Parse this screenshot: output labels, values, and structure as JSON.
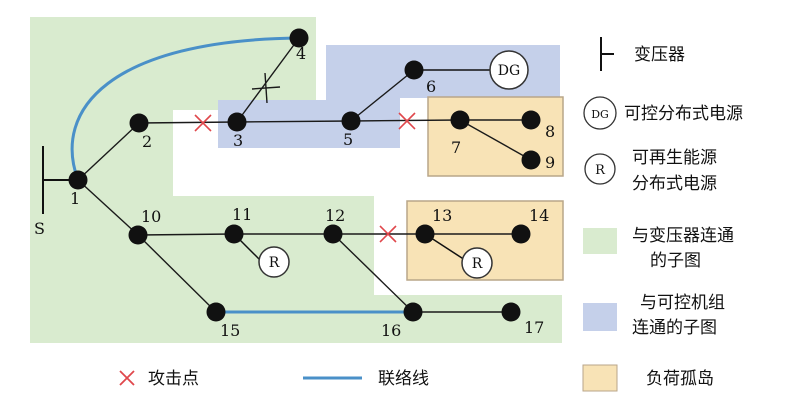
{
  "nodes": [
    {
      "id": "1",
      "label": "1"
    },
    {
      "id": "2",
      "label": "2"
    },
    {
      "id": "3",
      "label": "3"
    },
    {
      "id": "4",
      "label": "4"
    },
    {
      "id": "5",
      "label": "5"
    },
    {
      "id": "6",
      "label": "6"
    },
    {
      "id": "7",
      "label": "7"
    },
    {
      "id": "8",
      "label": "8"
    },
    {
      "id": "9",
      "label": "9"
    },
    {
      "id": "10",
      "label": "10"
    },
    {
      "id": "11",
      "label": "11"
    },
    {
      "id": "12",
      "label": "12"
    },
    {
      "id": "13",
      "label": "13"
    },
    {
      "id": "14",
      "label": "14"
    },
    {
      "id": "15",
      "label": "15"
    },
    {
      "id": "16",
      "label": "16"
    },
    {
      "id": "17",
      "label": "17"
    }
  ],
  "edges": [
    {
      "from": "1",
      "to": "2",
      "type": "line"
    },
    {
      "from": "2",
      "to": "3",
      "type": "line",
      "attacked": true
    },
    {
      "from": "3",
      "to": "4",
      "type": "line",
      "transformer": true
    },
    {
      "from": "3",
      "to": "5",
      "type": "line"
    },
    {
      "from": "5",
      "to": "6",
      "type": "line"
    },
    {
      "from": "5",
      "to": "7",
      "type": "line",
      "attacked": true
    },
    {
      "from": "7",
      "to": "8",
      "type": "line"
    },
    {
      "from": "7",
      "to": "9",
      "type": "line"
    },
    {
      "from": "1",
      "to": "10",
      "type": "line"
    },
    {
      "from": "10",
      "to": "11",
      "type": "line"
    },
    {
      "from": "11",
      "to": "12",
      "type": "line"
    },
    {
      "from": "12",
      "to": "13",
      "type": "line",
      "attacked": true
    },
    {
      "from": "13",
      "to": "14",
      "type": "line"
    },
    {
      "from": "10",
      "to": "15",
      "type": "line"
    },
    {
      "from": "12",
      "to": "16",
      "type": "line"
    },
    {
      "from": "16",
      "to": "17",
      "type": "line"
    },
    {
      "from": "15",
      "to": "16",
      "type": "tie"
    },
    {
      "from": "1",
      "to": "4",
      "type": "tie"
    }
  ],
  "source_label": "S",
  "dg_label": "DG",
  "r_label": "R",
  "colors": {
    "green_region": "#d9ebcf",
    "blue_region": "#c5d0ea",
    "orange_region": "#f8e3b6",
    "orange_border": "#b9a689",
    "tie_line": "#4a90c8",
    "attack": "#e0474c",
    "node": "#111111"
  },
  "legend": {
    "transformer": "变压器",
    "dg": "可控分布式电源",
    "dg_symbol": "DG",
    "res_line1": "可再生能源",
    "res_line2": "分布式电源",
    "res_symbol": "R",
    "green_line1": "与变压器连通",
    "green_line2": "的子图",
    "blue_line1": "与可控机组",
    "blue_line2": "连通的子图",
    "orange": "负荷孤岛",
    "attack": "攻击点",
    "tie": "联络线"
  }
}
